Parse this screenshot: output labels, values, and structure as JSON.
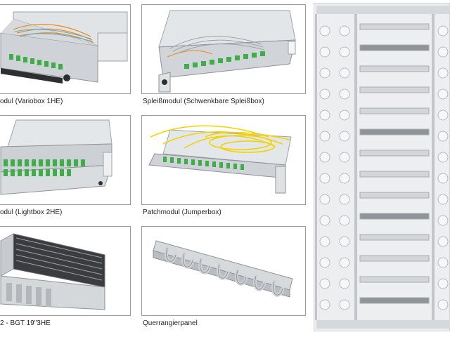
{
  "products": [
    {
      "id": "variobox",
      "caption": "odul (Variobox 1HE)"
    },
    {
      "id": "spleissmodul",
      "caption": "Spleißmodul (Schwenkbare Spleißbox)"
    },
    {
      "id": "lightbox",
      "caption": "odul (Lightbox 2HE)"
    },
    {
      "id": "patchmodul",
      "caption": "Patchmodul (Jumperbox)"
    },
    {
      "id": "bgt",
      "caption": "2 - BGT 19\"3HE"
    },
    {
      "id": "querrangierpanel",
      "caption": "Querrangierpanel"
    }
  ],
  "colors": {
    "border": "#9a9a9a",
    "metal": "#d9dcdf",
    "metal_dark": "#9ea3a8",
    "adapter_green": "#3fae49",
    "fiber_yellow": "#f2d200",
    "fiber_orange": "#e88a1a",
    "rack_frame": "#c9ccd0"
  }
}
